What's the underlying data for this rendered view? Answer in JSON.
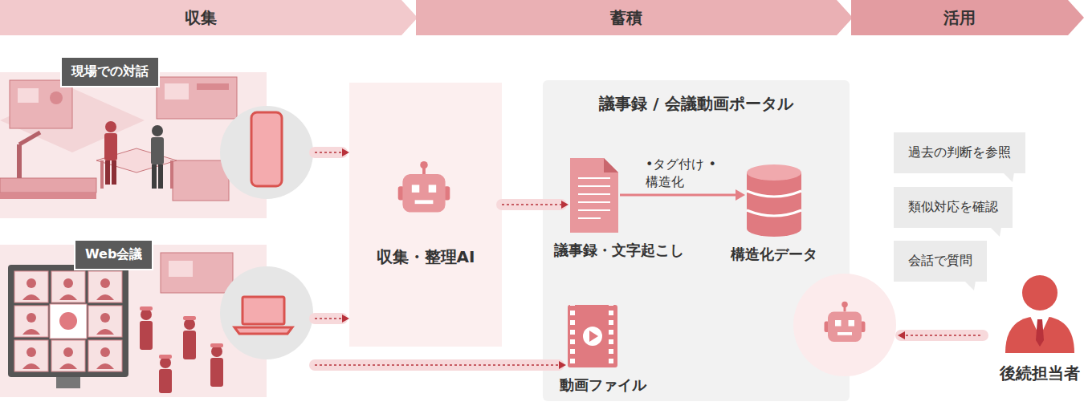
{
  "diagram": {
    "nodes": [
      {
        "text": [
          "収集"
        ]
      },
      {
        "text": [
          "蓄積"
        ]
      },
      {
        "text": [
          "活用"
        ]
      },
      {
        "text": [
          "現場での対話"
        ]
      },
      {
        "text": [
          "Web会議"
        ]
      },
      {
        "text": [
          "収集・整理AI"
        ]
      },
      {
        "text": [
          "議事録 / 会議動画ポータル"
        ]
      },
      {
        "text": [
          "議事録・文字起こし"
        ],
        "in": 6
      },
      {
        "text": [
          "構造化データ"
        ],
        "in": 6
      },
      {
        "text": [
          "動画ファイル"
        ],
        "in": 6
      },
      {
        "text": [
          "過去の判断を参照"
        ]
      },
      {
        "text": [
          "類似対応を確認"
        ]
      },
      {
        "text": [
          "会話で質問"
        ]
      },
      {
        "text": [
          "後続担当者"
        ]
      }
    ],
    "edges": [
      {
        "from": 3,
        "to": 5,
        "arrow": "to"
      },
      {
        "from": 4,
        "to": 5,
        "arrow": "to"
      },
      {
        "from": 4,
        "to": 9,
        "arrow": "to"
      },
      {
        "from": 5,
        "to": 7,
        "arrow": "to"
      },
      {
        "from": 7,
        "to": 8,
        "arrow": "to",
        "label": "•タグ付け •構造化"
      }
    ]
  }
}
